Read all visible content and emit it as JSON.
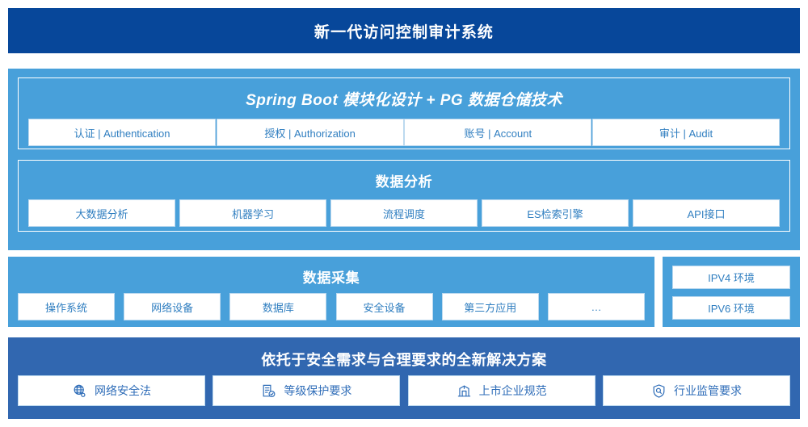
{
  "header": {
    "title": "新一代访问控制审计系统",
    "bg_color": "#07479a"
  },
  "colors": {
    "band_light": "#48a0da",
    "band_dark": "#3167b0",
    "chip_bg": "#ffffff",
    "chip_text": "#2f7ec0",
    "panel_border": "#ffffff"
  },
  "sections": {
    "spring_boot": {
      "title": "Spring Boot 模块化设计 + PG 数据仓储技术",
      "items": [
        {
          "label": "认证 | Authentication"
        },
        {
          "label": "授权 | Authorization"
        },
        {
          "label": "账号 | Account"
        },
        {
          "label": "审计 | Audit"
        }
      ]
    },
    "data_analysis": {
      "title": "数据分析",
      "items": [
        {
          "label": "大数据分析"
        },
        {
          "label": "机器学习"
        },
        {
          "label": "流程调度"
        },
        {
          "label": "ES检索引擎"
        },
        {
          "label": "API接口"
        }
      ]
    },
    "data_collection": {
      "title": "数据采集",
      "items": [
        {
          "label": "操作系统"
        },
        {
          "label": "网络设备"
        },
        {
          "label": "数据库"
        },
        {
          "label": "安全设备"
        },
        {
          "label": "第三方应用"
        },
        {
          "label": "…"
        }
      ]
    },
    "environments": {
      "items": [
        {
          "label": "IPV4 环境"
        },
        {
          "label": "IPV6 环境"
        }
      ]
    },
    "solution": {
      "title": "依托于安全需求与合理要求的全新解决方案",
      "items": [
        {
          "label": "网络安全法",
          "icon": "globe-network-icon"
        },
        {
          "label": "等级保护要求",
          "icon": "document-check-icon"
        },
        {
          "label": "上市企业规范",
          "icon": "bank-building-icon"
        },
        {
          "label": "行业监管要求",
          "icon": "shield-search-icon"
        }
      ]
    }
  }
}
